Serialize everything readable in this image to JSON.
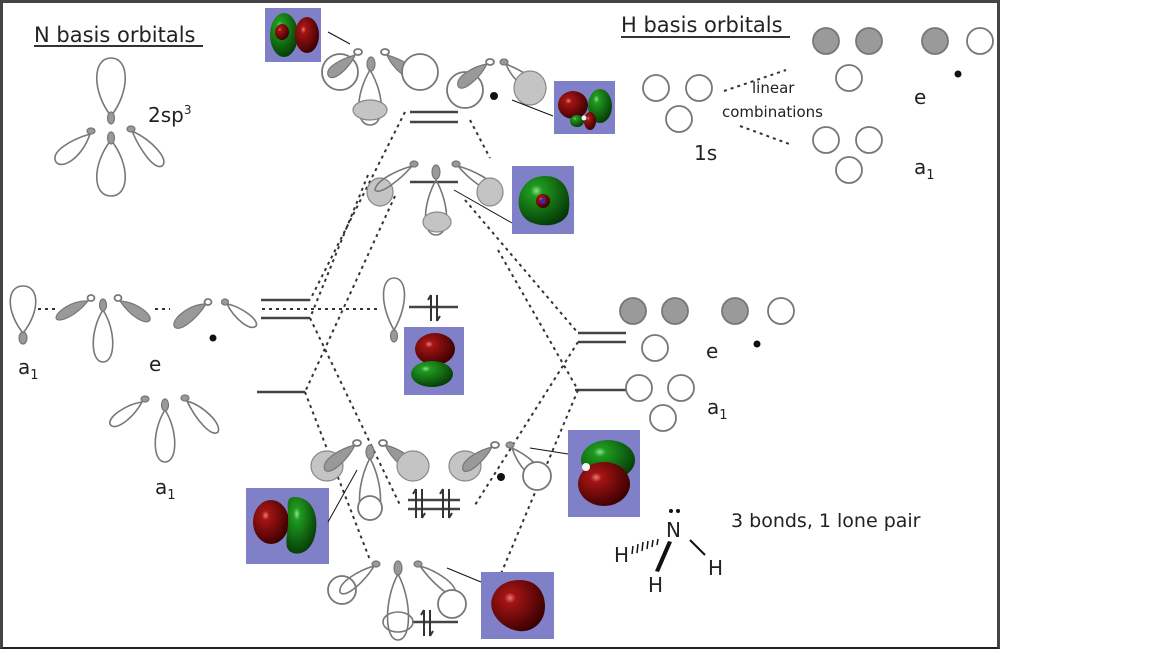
{
  "diagram": {
    "title_left": "N basis orbitals",
    "title_right": "H basis orbitals",
    "n_hybrid_label": "2sp",
    "n_hybrid_superscript": "3",
    "h_basis_label": "1s",
    "linear_combinations_line1": "linear",
    "linear_combinations_line2": "combinations",
    "h_combo_labels": {
      "e": "e",
      "a1_base": "a",
      "a1_sub": "1"
    },
    "n_sym_labels": {
      "a1_left_base": "a",
      "a1_left_sub": "1",
      "e": "e",
      "a1_bottom_base": "a",
      "a1_bottom_sub": "1"
    },
    "h_right_labels": {
      "e": "e",
      "a1_base": "a",
      "a1_sub": "1"
    },
    "summary": "3 bonds, 1 lone pair",
    "molecule": {
      "central_atom": "N",
      "ligands": [
        "H",
        "H",
        "H"
      ],
      "lone_pair": ":"
    },
    "colors": {
      "panel": "#8080c8",
      "phase_positive": "#8b0a0a",
      "phase_negative": "#1f7a1f",
      "lobe_fill": "#999999",
      "border": "#444444"
    },
    "mo_levels": [
      {
        "name": "antibonding-e",
        "degeneracy": 2,
        "electrons": 0
      },
      {
        "name": "antibonding-a1",
        "degeneracy": 1,
        "electrons": 0
      },
      {
        "name": "nonbonding-a1-lone-pair",
        "degeneracy": 1,
        "electrons": 2
      },
      {
        "name": "bonding-e",
        "degeneracy": 2,
        "electrons": 4
      },
      {
        "name": "bonding-a1",
        "degeneracy": 1,
        "electrons": 2
      }
    ]
  }
}
